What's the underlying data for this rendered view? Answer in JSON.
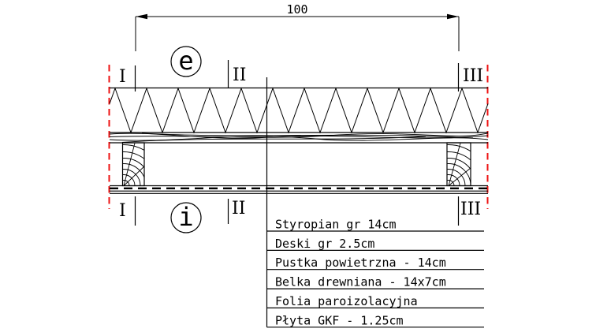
{
  "dimension": {
    "label": "100"
  },
  "markers": {
    "top_i": "I",
    "top_ii": "II",
    "top_iii": "III",
    "bottom_i": "I",
    "bottom_ii": "II",
    "bottom_iii": "III"
  },
  "detail_labels": {
    "top_circle": "e",
    "bottom_circle": "i"
  },
  "legend": {
    "items": [
      "Styropian gr 14cm",
      "Deski gr 2.5cm",
      "Pustka powietrzna - 14cm",
      "Belka drewniana - 14x7cm",
      "Folia paroizolacyjna",
      "Płyta GKF - 1.25cm"
    ]
  },
  "colors": {
    "line": "#000000",
    "boundary_red": "#ee1111",
    "background": "#ffffff"
  }
}
